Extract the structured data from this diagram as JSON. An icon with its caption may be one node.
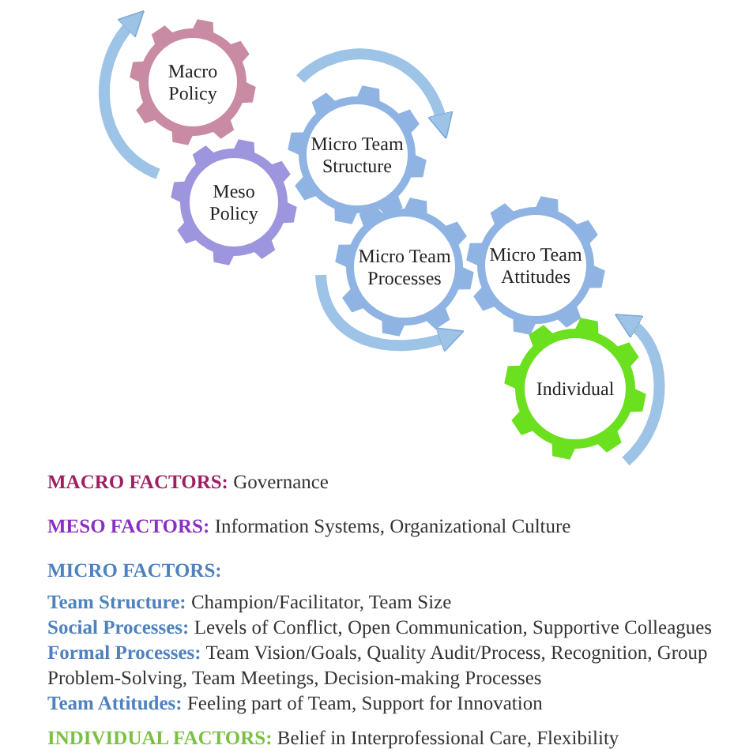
{
  "diagram": {
    "nodes": [
      {
        "text": [
          "Macro Policy"
        ]
      },
      {
        "text": [
          "Meso Policy"
        ]
      },
      {
        "text": [
          "Micro Team Structure"
        ]
      },
      {
        "text": [
          "Micro Team Processes"
        ]
      },
      {
        "text": [
          "Micro Team Attitudes"
        ]
      },
      {
        "text": [
          "Individual"
        ]
      }
    ],
    "labels": [
      "**MACRO FACTORS:** Governance",
      "**MESO FACTORS:** Information Systems, Organizational Culture",
      "MICRO FACTORS:",
      "**Team Structure:** Champion/Facilitator, Team Size",
      "**Social Processes:** Levels of Conflict, Open Communication, Supportive Colleagues",
      "**Formal Processes:** Team Vision/Goals, Quality Audit/Process, Recognition, Group Problem-Solving, Team Meetings, Decision-making Processes",
      "**Team Attitudes:** Feeling part of Team, Support for Innovation",
      "**INDIVIDUAL FACTORS:** Belief in Interprofessional Care, Flexibility"
    ]
  }
}
